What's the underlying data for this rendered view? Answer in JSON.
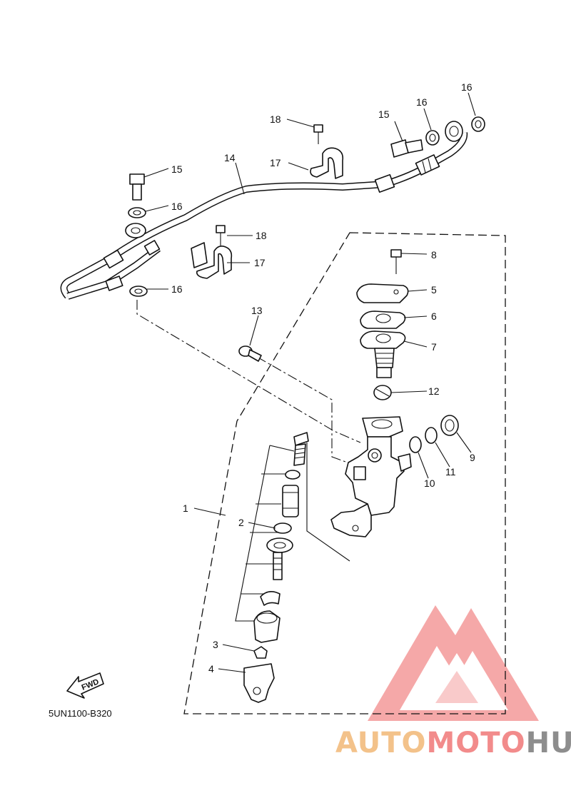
{
  "diagram_code": "5UN1100-B320",
  "direction_label": "FWD",
  "watermark": {
    "part1": "AUTO",
    "part2": "MOTO",
    "part3": "HUB",
    "colors": {
      "auto": "#f3c28a",
      "moto": "#f28b8b",
      "hub": "#8d8d8d",
      "logo": "#f28b8b"
    }
  },
  "callouts": {
    "p1": "1",
    "p2": "2",
    "p3": "3",
    "p4": "4",
    "p5": "5",
    "p6": "6",
    "p7": "7",
    "p8": "8",
    "p9": "9",
    "p10": "10",
    "p11": "11",
    "p12": "12",
    "p13": "13",
    "p14": "14",
    "p15a": "15",
    "p15b": "15",
    "p16a": "16",
    "p16b": "16",
    "p16c": "16",
    "p16d": "16",
    "p17a": "17",
    "p17b": "17",
    "p18a": "18",
    "p18b": "18"
  }
}
